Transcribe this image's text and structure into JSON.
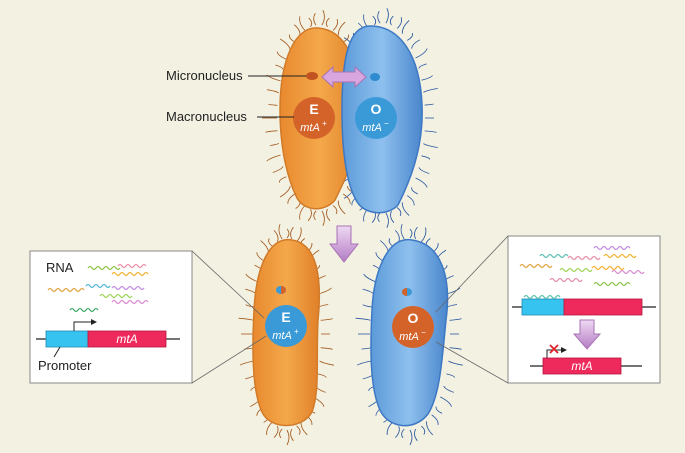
{
  "labels": {
    "micronucleus": "Micronucleus",
    "macronucleus": "Macronucleus",
    "rna": "RNA",
    "promoter": "Promoter"
  },
  "top_cells": {
    "left": {
      "letter": "E",
      "gene": "mtA",
      "sign": "+"
    },
    "right": {
      "letter": "O",
      "gene": "mtA",
      "sign": "−"
    }
  },
  "bottom_cells": {
    "left": {
      "letter": "E",
      "gene": "mtA",
      "sign": "+"
    },
    "right": {
      "letter": "O",
      "gene": "mtA",
      "sign": "−"
    }
  },
  "gene_boxes": {
    "left": {
      "gene": "mtA"
    },
    "right_dna": {
      "gene": ""
    },
    "right_result": {
      "gene": "mtA"
    }
  },
  "colors": {
    "background": "#f3f1e2",
    "orange_cell": "#f0a043",
    "blue_cell": "#7fb6e6",
    "macronucleus_orange": "#d4632a",
    "macronucleus_blue": "#3a9ad8",
    "promoter_cyan": "#36c3ef",
    "gene_pink": "#ee2a5d",
    "arrow_purple": "#c48fd0"
  }
}
